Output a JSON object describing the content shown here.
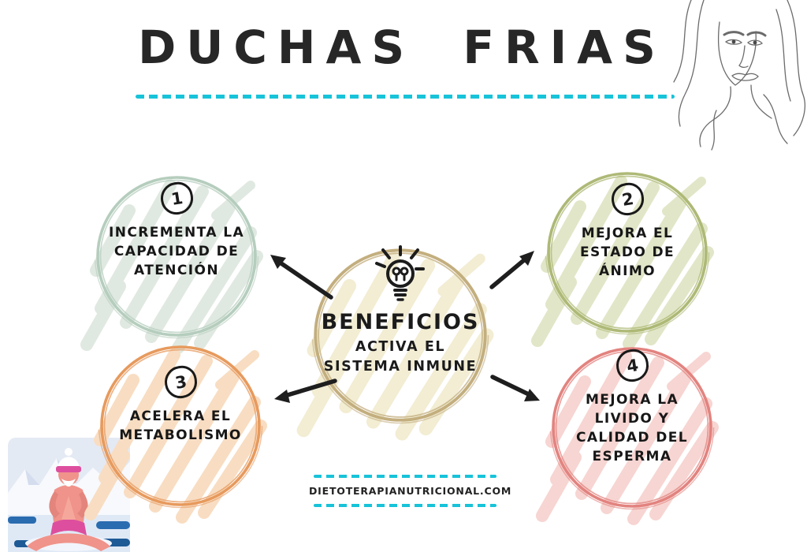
{
  "title": "DUCHAS FRIAS",
  "accent_color": "#17c3d9",
  "center": {
    "icon": "lightbulb-icon",
    "title": "BENEFICIOS",
    "subtitle": "ACTIVA EL\nSISTEMA INMUNE",
    "ring_color": "#c3ae7e",
    "scribble_color": "#f2edd3"
  },
  "benefits": [
    {
      "number": "1",
      "label": "INCREMENTA LA\nCAPACIDAD DE\nATENCIÓN",
      "ring_color": "#b5cdbd",
      "scribble_color": "#e0e9e1"
    },
    {
      "number": "2",
      "label": "MEJORA EL\nESTADO DE\nÁNIMO",
      "ring_color": "#adb976",
      "scribble_color": "#e2e6c8"
    },
    {
      "number": "3",
      "label": "ACELERA EL\nMETABOLISMO",
      "ring_color": "#e79a5d",
      "scribble_color": "#f8ddc2"
    },
    {
      "number": "4",
      "label": "MEJORA LA\nLIVIDO Y\nCALIDAD DEL\nESPERMA",
      "ring_color": "#e2837f",
      "scribble_color": "#f7d5d2"
    }
  ],
  "footer": {
    "website": "DIETOTERAPIANUTRICIONAL.COM"
  },
  "decorations": {
    "top_right": "woman-face-sketch",
    "bottom_left": "meditating-person-illustration",
    "arrow_color": "#1e1e1e"
  }
}
